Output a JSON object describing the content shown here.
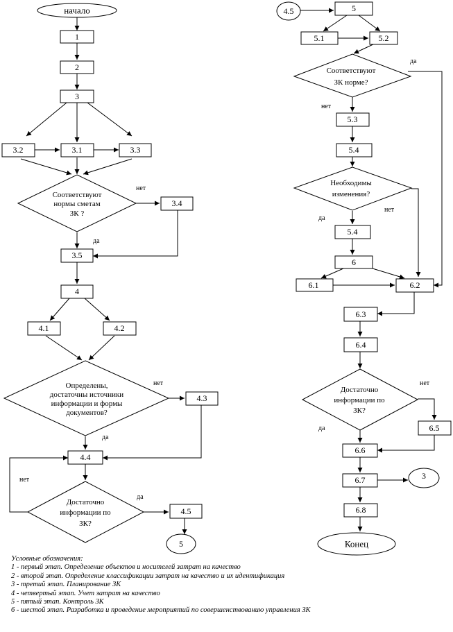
{
  "nodes": {
    "start": "начало",
    "n1": "1",
    "n2": "2",
    "n3": "3",
    "n3_2": "3.2",
    "n3_1": "3.1",
    "n3_3": "3.3",
    "d1": [
      "Соответствуют",
      "нормы сметам",
      "ЗК ?"
    ],
    "n3_4": "3.4",
    "n3_5": "3.5",
    "n4": "4",
    "n4_1": "4.1",
    "n4_2": "4.2",
    "d2": [
      "Определены,",
      "достаточны источники",
      "информации и формы",
      "документов?"
    ],
    "n4_3": "4.3",
    "n4_4": "4.4",
    "d3": [
      "Достаточно",
      "информации по",
      "ЗК?"
    ],
    "n4_5": "4.5",
    "c5": "5",
    "c4_5": "4.5",
    "n5": "5",
    "n5_1": "5.1",
    "n5_2": "5.2",
    "d4": [
      "Соответствуют",
      "ЗК норме?"
    ],
    "n5_3": "5.3",
    "n5_4a": "5.4",
    "d5": [
      "Необходимы",
      "изменения?"
    ],
    "n5_4b": "5.4",
    "n6": "6",
    "n6_1": "6.1",
    "n6_2": "6.2",
    "n6_3": "6.3",
    "n6_4": "6.4",
    "d6": [
      "Достаточно",
      "информации по",
      "ЗК?"
    ],
    "n6_5": "6.5",
    "n6_6": "6.6",
    "n6_7": "6.7",
    "c3": "3",
    "n6_8": "6.8",
    "end": "Конец"
  },
  "edge_labels": {
    "d1_no": "нет",
    "d1_yes": "да",
    "d2_no": "нет",
    "d2_yes": "да",
    "d3_no": "нет",
    "d3_yes": "да",
    "d4_yes": "да",
    "d4_no": "нет",
    "d5_yes": "да",
    "d5_no": "нет",
    "d6_no": "нет",
    "d6_yes": "да"
  },
  "legend": {
    "title": "Условные обозначения:",
    "items": [
      "1 -   первый этап.  Определение объектов и носителей затрат на качество",
      "2 - второй этап. Определение  классификации затрат на качество и  их идентификация",
      "3 -  третий этап.  Планирование ЗК",
      "4 -  четвертый этап. Учет затрат на качество",
      "5 -  пятый этап. Контроль ЗК",
      "6 -  шестой этап. Разработка и проведение мероприятий  по  совершенствованию управления  ЗК"
    ]
  }
}
